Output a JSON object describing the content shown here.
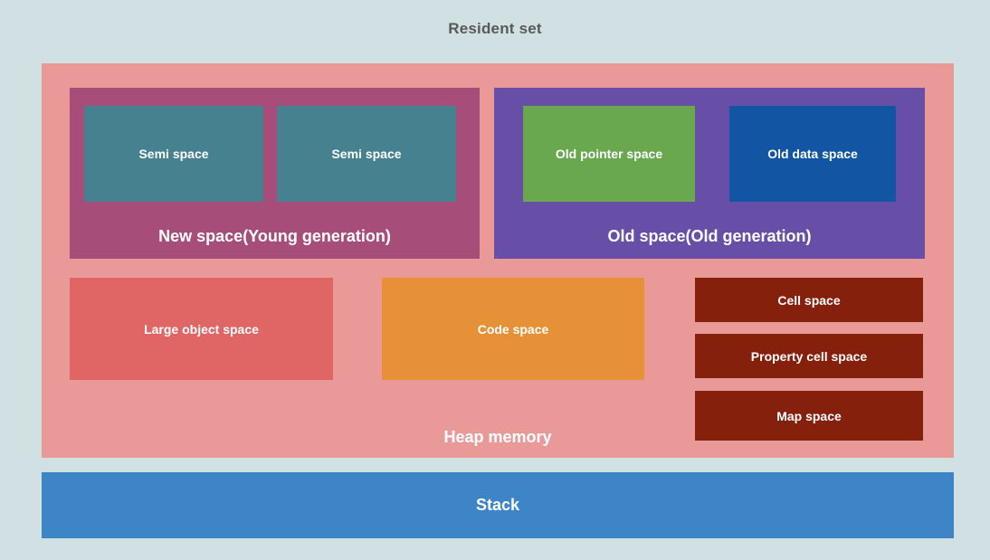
{
  "title": "Resident set",
  "colors": {
    "background": "#d0e0e3",
    "title_text": "#595959",
    "heap": "#ea9999",
    "new_space": "#a64d79",
    "semi_space": "#45818e",
    "old_space": "#674ea7",
    "old_pointer_space": "#6aa84f",
    "old_data_space": "#1155a3",
    "large_object_space": "#e06666",
    "code_space": "#e69138",
    "cell_space": "#85200c",
    "property_cell_space": "#85200c",
    "map_space": "#85200c",
    "stack": "#3d85c6",
    "label_text": "#ffffff"
  },
  "heap": {
    "label": "Heap memory",
    "new_space": {
      "label": "New space(Young generation)",
      "children": [
        {
          "label": "Semi space"
        },
        {
          "label": "Semi space"
        }
      ]
    },
    "old_space": {
      "label": "Old space(Old generation)",
      "children": [
        {
          "label": "Old pointer space"
        },
        {
          "label": "Old data space"
        }
      ]
    },
    "large_object_space": {
      "label": "Large object space"
    },
    "code_space": {
      "label": "Code space"
    },
    "cell_space": {
      "label": "Cell space"
    },
    "property_cell_space": {
      "label": "Property cell space"
    },
    "map_space": {
      "label": "Map space"
    }
  },
  "stack": {
    "label": "Stack"
  }
}
